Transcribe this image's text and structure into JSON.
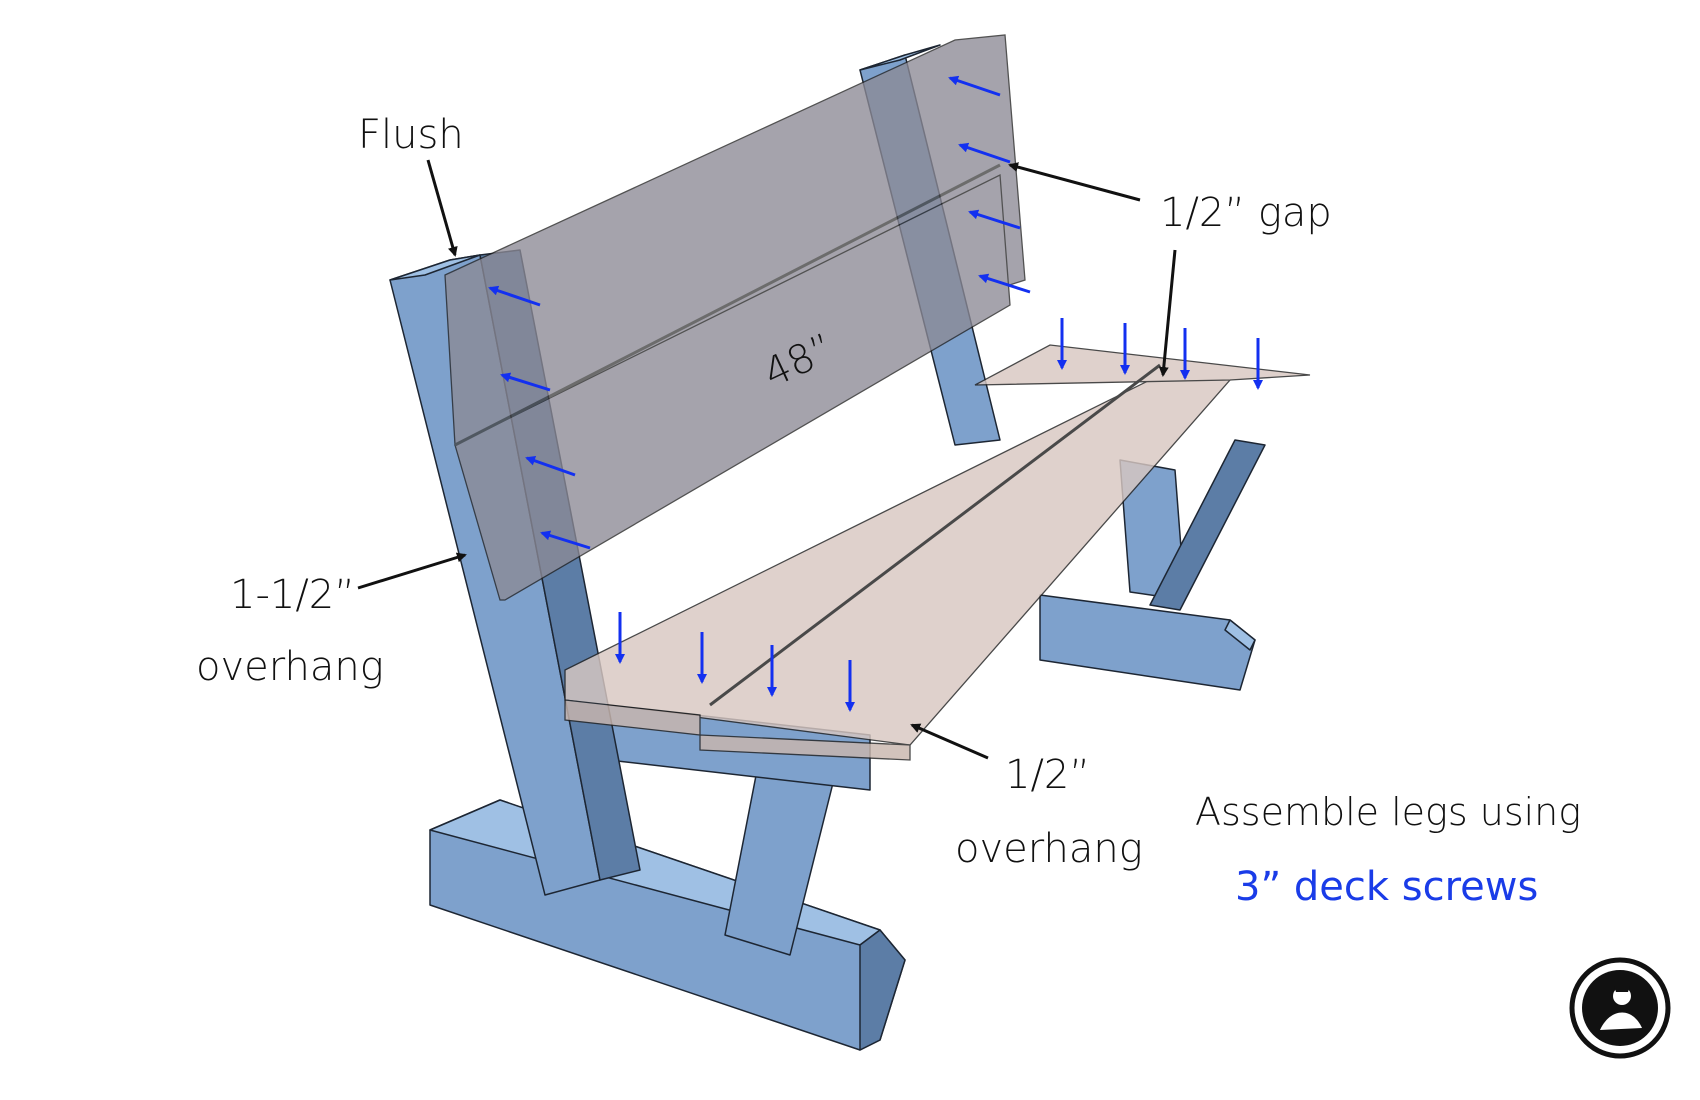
{
  "labels": {
    "flush": "Flush",
    "half_gap": "1/2” gap",
    "length": "48”",
    "back_overhang_value": "1-1/2”",
    "back_overhang_word": "overhang",
    "front_overhang_value": "1/2”",
    "front_overhang_word": "overhang"
  },
  "note": {
    "line1": "Assemble legs using",
    "line2": "3” deck screws"
  },
  "colors": {
    "frame": "#7ea1cc",
    "frame_light": "#9fc0e4",
    "frame_dark": "#5c7da6",
    "board_fill": "#d8c8c2",
    "back_fill": "#8c8a96",
    "screw_arrow": "#1330f0",
    "note_accent": "#1a3ce8",
    "text": "#111111"
  },
  "icons": {
    "screw": "arrow-icon",
    "logo": "woodworker-logo-icon"
  }
}
